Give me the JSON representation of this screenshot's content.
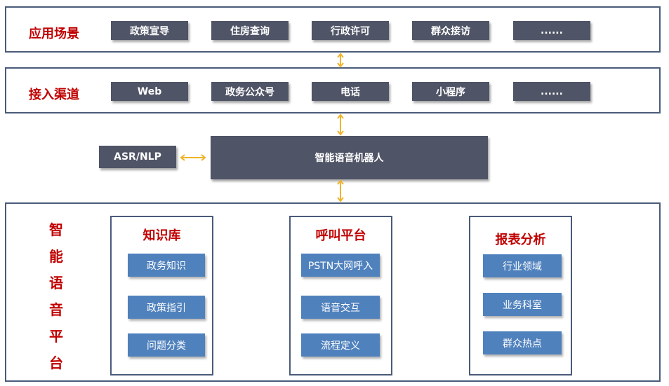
{
  "top_band": {
    "title": "应用场景",
    "items": [
      "政策宣导",
      "住房查询",
      "行政许可",
      "群众接访",
      "......"
    ]
  },
  "access_band": {
    "title": "接入渠道",
    "items": [
      "Web",
      "政务公众号",
      "电话",
      "小程序",
      "......"
    ]
  },
  "robot": {
    "label": "智能语音机器人"
  },
  "asr": {
    "label": "ASR/NLP"
  },
  "platform": {
    "title_chars": [
      "智",
      "能",
      "语",
      "音",
      "平",
      "台"
    ],
    "panels": [
      {
        "title": "知识库",
        "items": [
          "政务知识",
          "政策指引",
          "问题分类"
        ]
      },
      {
        "title": "呼叫平台",
        "items": [
          "PSTN大网呼入",
          "语音交互",
          "流程定义"
        ]
      },
      {
        "title": "报表分析",
        "items": [
          "行业领域",
          "业务科室",
          "群众热点"
        ]
      }
    ]
  },
  "colors": {
    "accent_red": "#c00000",
    "dark_box": "#4f5466",
    "blue_box": "#4f81bd",
    "arrow": "#f0b429",
    "border": "#4a5b7a"
  }
}
